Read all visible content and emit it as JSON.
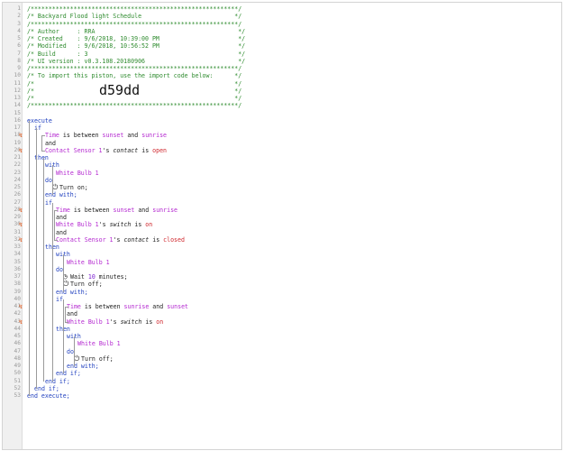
{
  "line_numbers": [
    "1",
    "2",
    "3",
    "4",
    "5",
    "6",
    "7",
    "8",
    "9",
    "10",
    "11",
    "12",
    "13",
    "14",
    "15",
    "16",
    "17",
    "18",
    "19",
    "20",
    "21",
    "22",
    "23",
    "24",
    "25",
    "26",
    "27",
    "28",
    "29",
    "30",
    "31",
    "32",
    "33",
    "34",
    "35",
    "36",
    "37",
    "38",
    "39",
    "40",
    "41",
    "42",
    "43",
    "44",
    "45",
    "46",
    "47",
    "48",
    "49",
    "50",
    "51",
    "52",
    "53"
  ],
  "header": {
    "l1": "/**********************************************************/",
    "l2": "/* Backyard Flood light Schedule                          */",
    "l3": "/**********************************************************/",
    "l4": "/* Author     : RRA                                        */",
    "l5": "/* Created    : 9/6/2018, 10:39:00 PM                      */",
    "l6": "/* Modified   : 9/6/2018, 10:56:52 PM                      */",
    "l7": "/* Build      : 3                                          */",
    "l8": "/* UI version : v0.3.108.20180906                          */",
    "l9": "/**********************************************************/",
    "l10": "/* To import this piston, use the import code below:      */",
    "l11": "/*                                                        */",
    "l12": "/*                                                        */",
    "l13": "/*                                                        */",
    "l14": "/**********************************************************/",
    "import_code": "d59dd"
  },
  "code": {
    "execute": "execute",
    "end_execute": "end execute;",
    "if": "if",
    "then": "then",
    "and": "and",
    "with": "with",
    "do": "do",
    "end_with": "end with;",
    "end_if": "end if;",
    "time": "Time",
    "is_between": " is between ",
    "and_sp": " and ",
    "sunset": "sunset",
    "sunrise": "sunrise",
    "contact_sensor": "Contact Sensor 1",
    "s_contact": "'s ",
    "contact": "contact",
    "is_sp": " is ",
    "open": "open",
    "closed": "closed",
    "white_bulb": "White Bulb 1",
    "switch": "switch",
    "on": "on",
    "turn_on": "Turn on;",
    "turn_off": "Turn off;",
    "wait": "Wait ",
    "ten": "10",
    "minutes": " minutes;"
  },
  "icons": {
    "trigger": "trigger-icon",
    "power": "power-icon",
    "clock": "clock-icon"
  }
}
